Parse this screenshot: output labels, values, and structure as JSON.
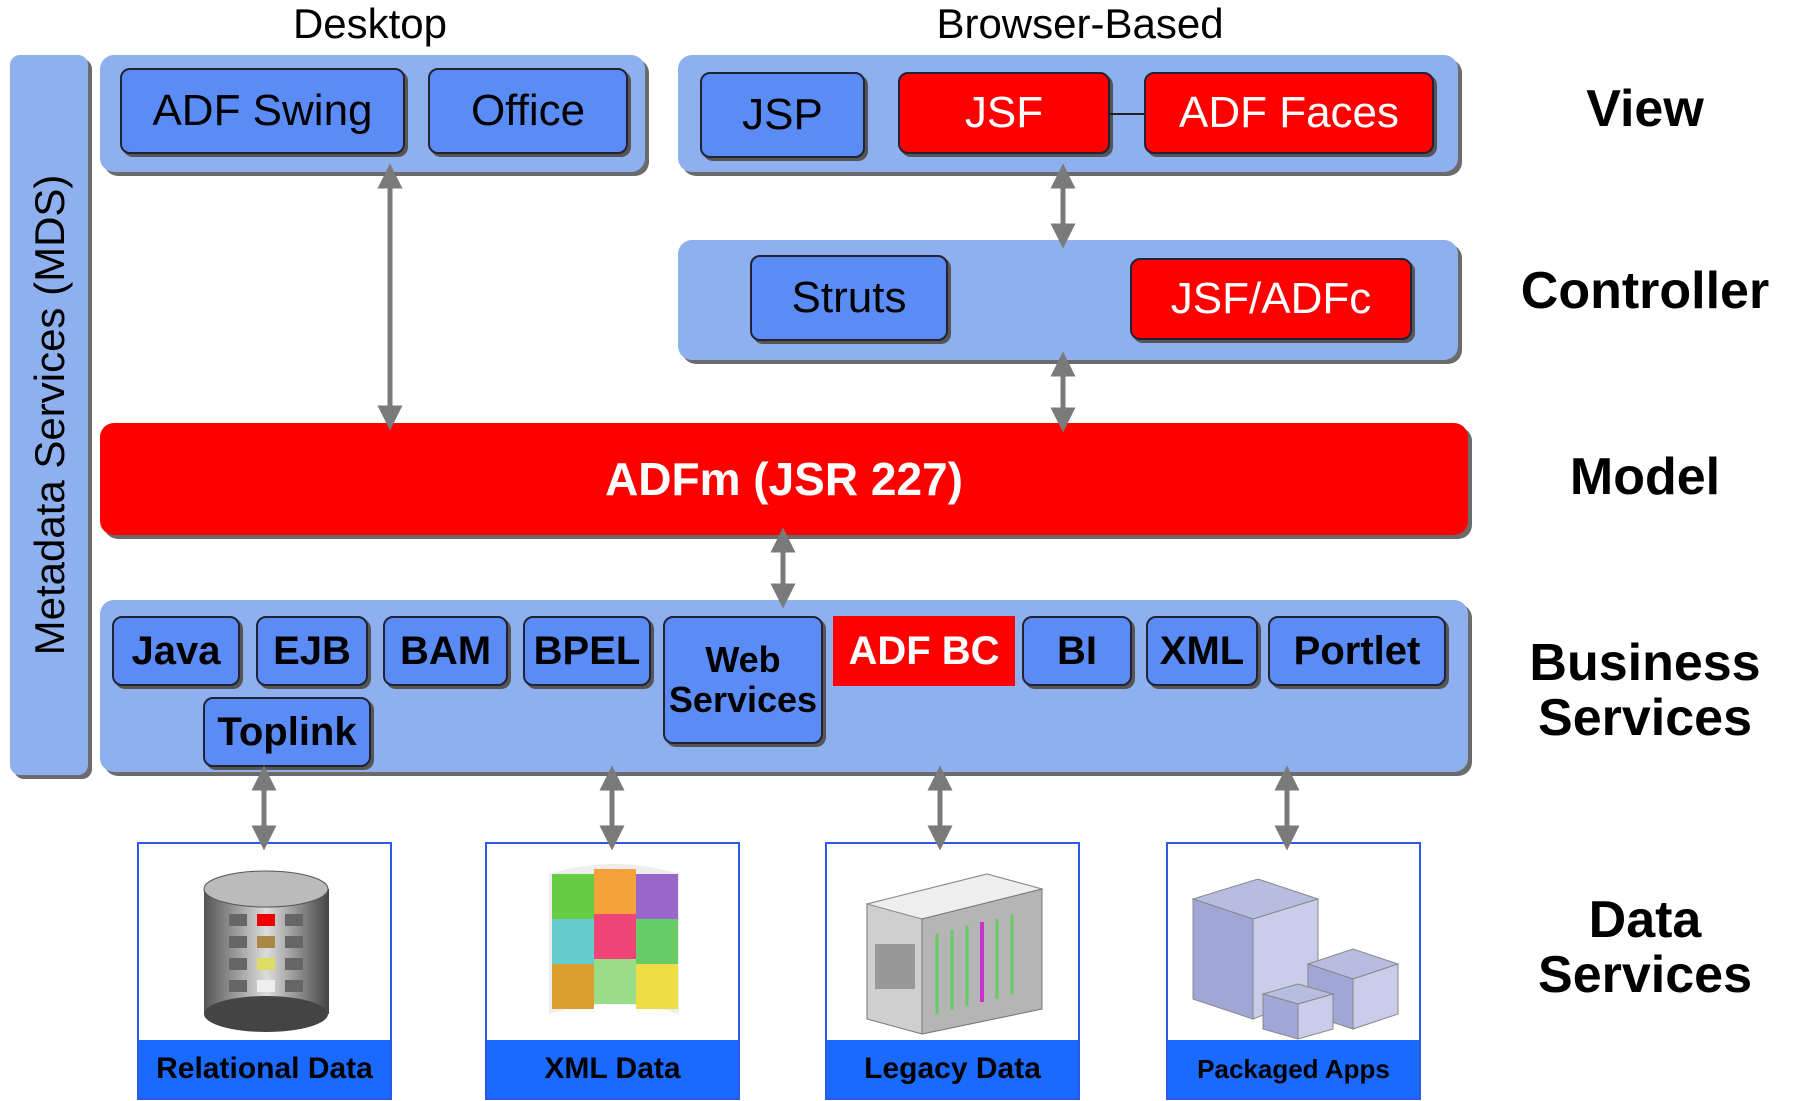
{
  "headings": {
    "desktop": "Desktop",
    "browser": "Browser-Based"
  },
  "mds_label": "Metadata Services (MDS)",
  "view": {
    "adf_swing": "ADF Swing",
    "office": "Office",
    "jsp": "JSP",
    "jsf": "JSF",
    "adf_faces": "ADF Faces"
  },
  "controller": {
    "struts": "Struts",
    "jsf_adfc": "JSF/ADFc"
  },
  "model": {
    "label": "ADFm (JSR 227)"
  },
  "business": {
    "java": "Java",
    "ejb": "EJB",
    "bam": "BAM",
    "bpel": "BPEL",
    "web_services_1": "Web",
    "web_services_2": "Services",
    "adf_bc": "ADF BC",
    "bi": "BI",
    "xml": "XML",
    "portlet": "Portlet",
    "toplink": "Toplink"
  },
  "layers": {
    "view": "View",
    "controller": "Controller",
    "model": "Model",
    "business_1": "Business",
    "business_2": "Services",
    "data_1": "Data",
    "data_2": "Services"
  },
  "data_sources": {
    "relational": "Relational Data",
    "xml": "XML Data",
    "legacy": "Legacy Data",
    "packaged": "Packaged Apps"
  },
  "icons": [
    "database-icon",
    "puzzle-icon",
    "server-rack-icon",
    "buildings-icon"
  ],
  "colors": {
    "panel": "#8fb0ee",
    "button": "#5b8cf5",
    "accent": "#ff0000",
    "caption": "#1a6aff",
    "arrow": "#7a7a7a"
  }
}
